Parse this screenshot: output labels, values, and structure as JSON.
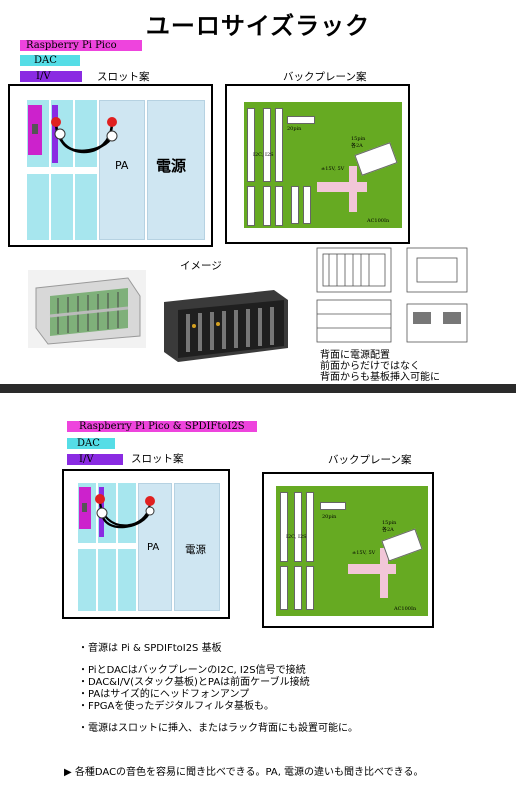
{
  "top": {
    "title": "ユーロサイズラック",
    "legend": {
      "pico": "Raspberry Pi Pico",
      "dac": "DAC",
      "iv": "I/V"
    },
    "slot_label": "スロット案",
    "backplane_label": "バックプレーン案",
    "slot_pa": "PA",
    "slot_power": "電源",
    "image_label": "イメージ",
    "rear_notes": [
      "背面に電源配置",
      "前面からだけではなく",
      "背面からも基板挿入可能に"
    ]
  },
  "bottom": {
    "legend": {
      "pico": "Raspberry Pi Pico & SPDIFtoI2S",
      "dac": "DAC",
      "iv": "I/V"
    },
    "slot_label": "スロット案",
    "backplane_label": "バックプレーン案",
    "slot_pa": "PA",
    "slot_power": "電源",
    "notes_group1": [
      "・音源は Pi & SPDIFtoI2S  基板"
    ],
    "notes_group2": [
      "・PiとDACはバックプレーンのI2C, I2S信号で接続",
      "・DAC&I/V(スタック基板)とPAは前面ケーブル接続",
      "・PAはサイズ的にヘッドフォンアンプ",
      "・FPGAを使ったデジタルフィルタ基板も。"
    ],
    "notes_group3": [
      "・電源はスロットに挿入、またはラック背面にも設置可能に。"
    ],
    "footer": "各種DACの音色を容易に聞き比べできる。PA, 電源の違いも聞き比べできる。"
  },
  "backplane_text": {
    "i2c_i2s": "I2C, I2S",
    "pin": "20pin",
    "supply": "±15V, 5V",
    "pin2": "15pin",
    "current": "各2A",
    "ac": "AC100In"
  },
  "colors": {
    "pico": "#ee44dd",
    "dac": "#55dde6",
    "iv": "#8a2be2",
    "backplane": "#66aa22",
    "slot": "#a7e6ee"
  }
}
